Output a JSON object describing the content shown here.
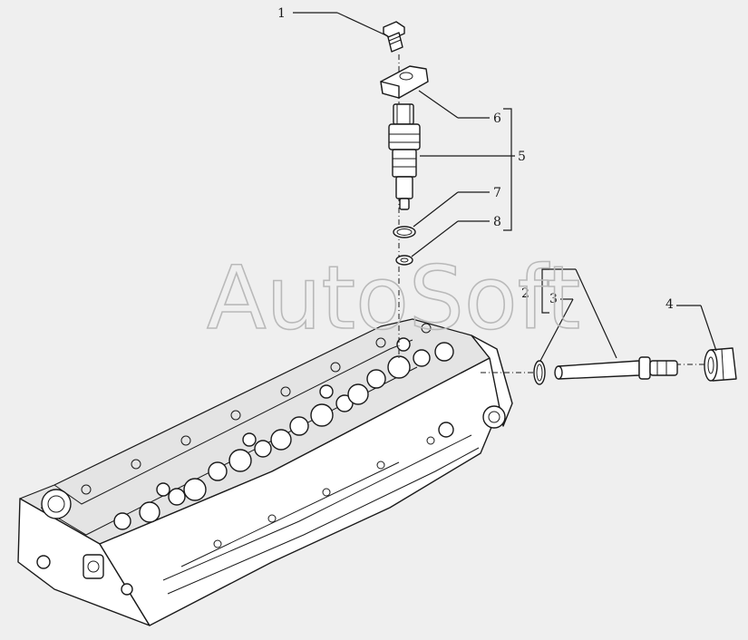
{
  "watermark": "AutoSoft",
  "callouts": [
    {
      "id": "1",
      "label": "1"
    },
    {
      "id": "2",
      "label": "2"
    },
    {
      "id": "3",
      "label": "3"
    },
    {
      "id": "4",
      "label": "4"
    },
    {
      "id": "5",
      "label": "5"
    },
    {
      "id": "6",
      "label": "6"
    },
    {
      "id": "7",
      "label": "7"
    },
    {
      "id": "8",
      "label": "8"
    }
  ]
}
